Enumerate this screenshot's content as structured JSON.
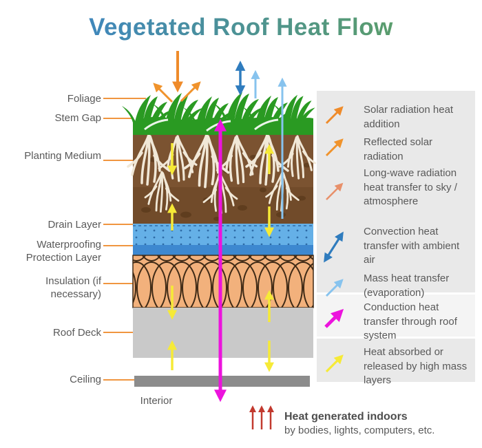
{
  "title": "Vegetated Roof Heat Flow",
  "labels": {
    "foliage": "Foliage",
    "stem_gap": "Stem Gap",
    "planting_medium": "Planting Medium",
    "drain_layer": "Drain Layer",
    "waterproofing": "Waterproofing Protection Layer",
    "insulation": "Insulation (if necessary)",
    "roof_deck": "Roof Deck",
    "ceiling": "Ceiling",
    "interior": "Interior"
  },
  "legend": {
    "items": [
      {
        "id": "solar",
        "label": "Solar radiation heat addition",
        "color": "#ef8b2a",
        "arrow": "single"
      },
      {
        "id": "reflected",
        "label": "Reflected solar radiation",
        "color": "#f0932c",
        "arrow": "single"
      },
      {
        "id": "longwave",
        "label": "Long-wave radiation heat transfer to sky / atmosphere",
        "color": "#e8906a",
        "arrow": "single"
      },
      {
        "id": "convection",
        "label": "Convection heat transfer with ambient air",
        "color": "#2f7cbe",
        "arrow": "double"
      },
      {
        "id": "mass",
        "label": "Mass heat transfer (evaporation)",
        "color": "#87c3ee",
        "arrow": "single"
      },
      {
        "id": "conduction",
        "label": "Conduction heat transfer through roof system",
        "color": "#ec13dd",
        "arrow": "single-thick"
      },
      {
        "id": "heat_mass",
        "label": "Heat absorbed or released by high mass layers",
        "color": "#f6ea37",
        "arrow": "single"
      }
    ]
  },
  "footer": {
    "heading": "Heat generated indoors",
    "sub": "by bodies, lights, computers, etc."
  },
  "colors": {
    "title_start": "#3e86c0",
    "title_end": "#5b9e68",
    "text": "#595959",
    "footer_bold": "#4d4d4d",
    "leader": "#f0953f",
    "grass": "#2a9a22",
    "soil": "#7b5331",
    "soil_dark": "#543517",
    "root": "#f1e8d7",
    "drain": "#65b0e7",
    "drain_dot": "#2e6ba6",
    "waterproof": "#3d88d0",
    "insulation": "#f2b17c",
    "insulation_line": "#3f2a16",
    "roof_deck": "#c9c9c9",
    "ceiling": "#8c8c8c",
    "legend_bg": "#e9e9e9",
    "legend_bg_light": "#f4f4f4",
    "solar": "#ef8b2a",
    "reflected": "#f0932c",
    "longwave": "#e8906a",
    "convection": "#2f7cbe",
    "mass": "#87c3ee",
    "conduction": "#ec13dd",
    "heat_mass": "#f6ea37",
    "indoor": "#c2392e"
  }
}
